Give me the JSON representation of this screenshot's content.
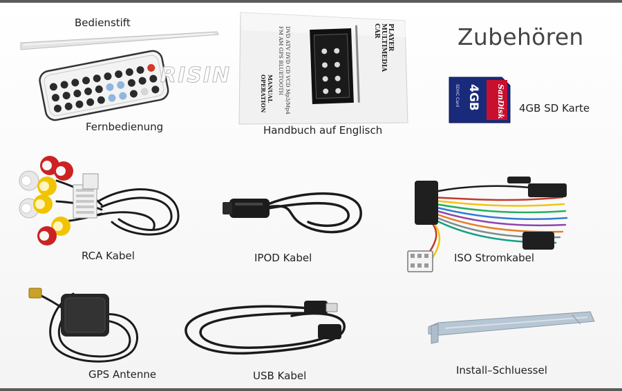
{
  "headline": "Zubehören",
  "watermark": "RISIN",
  "colors": {
    "border": "#5b5b5b",
    "headline": "#444444",
    "label": "#222222",
    "cable": "#1b1b1b",
    "rca_red": "#cc2222",
    "rca_yellow": "#f2c400",
    "rca_white": "#e8e8e8",
    "sd_blue": "#1a2a7a",
    "sd_red": "#c8102e",
    "key_grey": "#b7c6d3"
  },
  "items": {
    "stylus": {
      "label": "Bedienstift"
    },
    "remote": {
      "label": "Fernbedienung"
    },
    "manual": {
      "label": "Handbuch auf Englisch",
      "title_lines": [
        "CAR",
        "MULTIMEDIA",
        "PLAYER"
      ],
      "spec_lines": [
        "FM AM  GPS  BLUETOOTH",
        "DVD ATV  DVD CD VCD  Mp3/Mp4"
      ],
      "footer_lines": [
        "OPERATION",
        "MANUAL"
      ]
    },
    "sd_card": {
      "label": "4GB SD Karte",
      "brand": "SanDisk",
      "capacity": "4GB",
      "type": "SDHC Card"
    },
    "rca": {
      "label": "RCA Kabel"
    },
    "ipod": {
      "label": "IPOD Kabel"
    },
    "iso": {
      "label": "ISO Stromkabel"
    },
    "gps": {
      "label": "GPS Antenne"
    },
    "usb": {
      "label": "USB Kabel"
    },
    "key": {
      "label": "Install–Schluessel"
    }
  }
}
